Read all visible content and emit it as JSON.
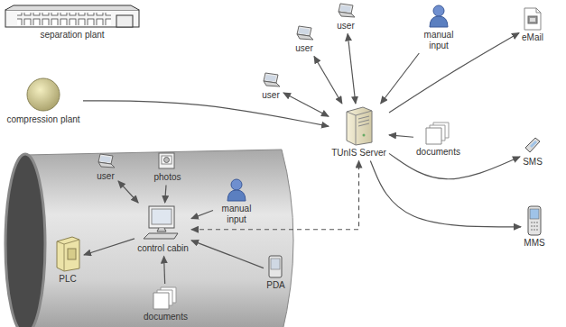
{
  "diagram": {
    "nodes": [
      {
        "text": [
          "separation plant"
        ]
      },
      {
        "text": [
          "compression plant"
        ]
      },
      {
        "text": [
          "user"
        ]
      },
      {
        "text": [
          "user"
        ]
      },
      {
        "text": [
          "user"
        ]
      },
      {
        "text": [
          "manual input"
        ]
      },
      {
        "text": [
          "TUnIS Server"
        ]
      },
      {
        "text": [
          "documents"
        ]
      },
      {
        "text": [
          "eMail"
        ]
      },
      {
        "text": [
          "SMS"
        ]
      },
      {
        "text": [
          "MMS"
        ]
      },
      {
        "text": [
          "user"
        ]
      },
      {
        "text": [
          "photos"
        ]
      },
      {
        "text": [
          "manual input"
        ]
      },
      {
        "text": [
          "control cabin"
        ]
      },
      {
        "text": [
          "PLC"
        ]
      },
      {
        "text": [
          "PDA"
        ]
      },
      {
        "text": [
          "documents"
        ]
      }
    ],
    "edges": [
      {
        "from": 1,
        "to": 6,
        "arrow": "to"
      },
      {
        "from": 6,
        "to": 2,
        "arrow": "both"
      },
      {
        "from": 6,
        "to": 3,
        "arrow": "both"
      },
      {
        "from": 6,
        "to": 4,
        "arrow": "both"
      },
      {
        "from": 5,
        "to": 6,
        "arrow": "to"
      },
      {
        "from": 7,
        "to": 6,
        "arrow": "to"
      },
      {
        "from": 6,
        "to": 8,
        "arrow": "to"
      },
      {
        "from": 6,
        "to": 9,
        "arrow": "to"
      },
      {
        "from": 6,
        "to": 10,
        "arrow": "to"
      },
      {
        "from": 11,
        "to": 14,
        "arrow": "both"
      },
      {
        "from": 12,
        "to": 14,
        "arrow": "to"
      },
      {
        "from": 13,
        "to": 14,
        "arrow": "to"
      },
      {
        "from": 14,
        "to": 15,
        "arrow": "to"
      },
      {
        "from": 16,
        "to": 14,
        "arrow": "to"
      },
      {
        "from": 17,
        "to": 14,
        "arrow": "to"
      },
      {
        "from": 14,
        "to": 6,
        "arrow": "both"
      }
    ]
  }
}
